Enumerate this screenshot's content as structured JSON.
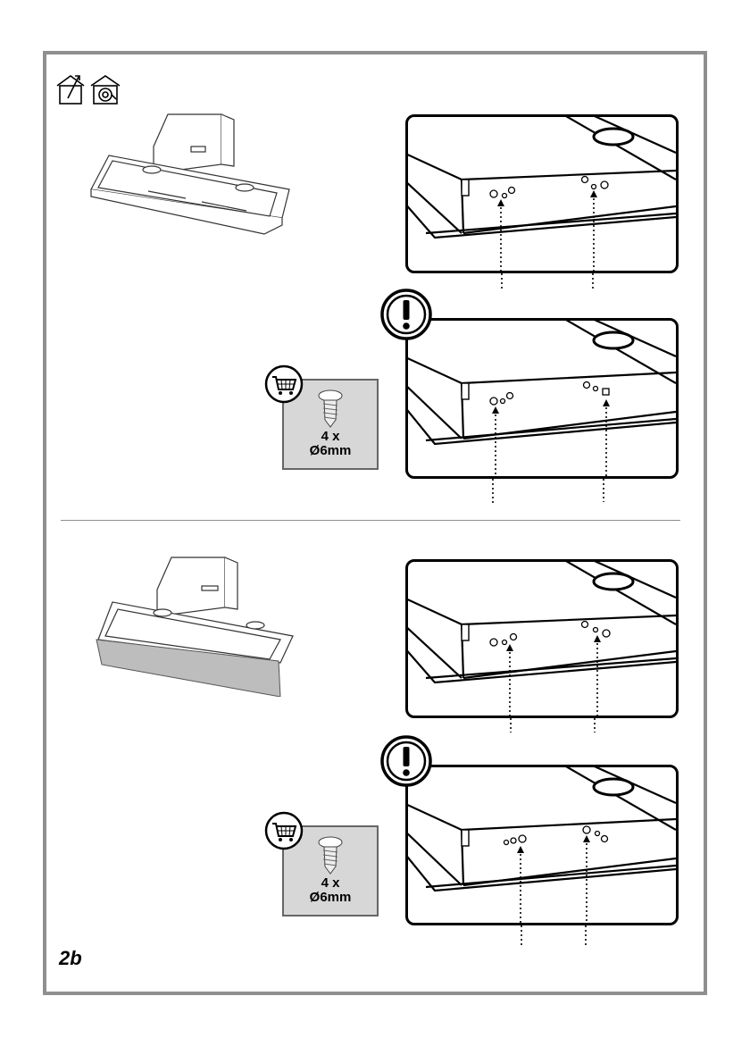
{
  "page": {
    "label": "2b"
  },
  "kits": [
    {
      "quantity": "4 x",
      "size": "Ø6mm",
      "icon": "shopping-cart-icon"
    },
    {
      "quantity": "4 x",
      "size": "Ø6mm",
      "icon": "shopping-cart-icon"
    }
  ],
  "header_icons": [
    "ducted-house-icon",
    "recirculation-house-icon"
  ],
  "warning_icon": "exclamation-icon",
  "colors": {
    "frame": "#8f8f8f",
    "kit_background": "#d7d7d7",
    "glass_panel": "#bdbdbd"
  }
}
